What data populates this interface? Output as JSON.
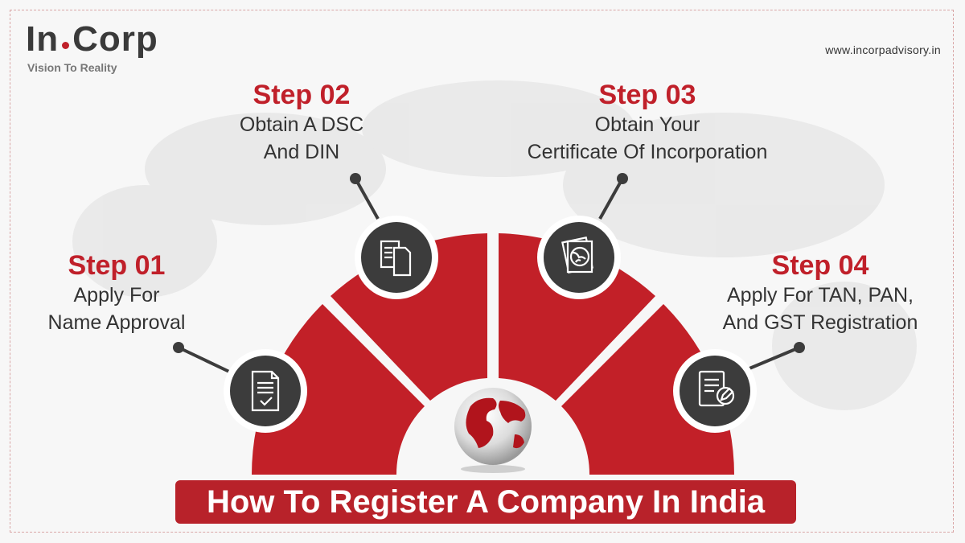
{
  "brand": {
    "name_left": "In",
    "name_right": "Corp",
    "tagline": "Vision To Reality"
  },
  "website": "www.incorpadvisory.in",
  "steps": [
    {
      "title": "Step 01",
      "line1": "Apply For",
      "line2": "Name Approval",
      "icon": "document-check-icon"
    },
    {
      "title": "Step 02",
      "line1": "Obtain A DSC",
      "line2": "And DIN",
      "icon": "documents-copy-icon"
    },
    {
      "title": "Step 03",
      "line1": "Obtain Your",
      "line2": "Certificate Of Incorporation",
      "icon": "certificate-globe-icon"
    },
    {
      "title": "Step 04",
      "line1": "Apply For TAN, PAN,",
      "line2": "And GST Registration",
      "icon": "form-pen-icon"
    }
  ],
  "banner": "How To Register A Company In India",
  "colors": {
    "accent": "#c0202a",
    "segment": "#c22028",
    "icon_circle": "#3c3c3c",
    "text": "#333333"
  }
}
